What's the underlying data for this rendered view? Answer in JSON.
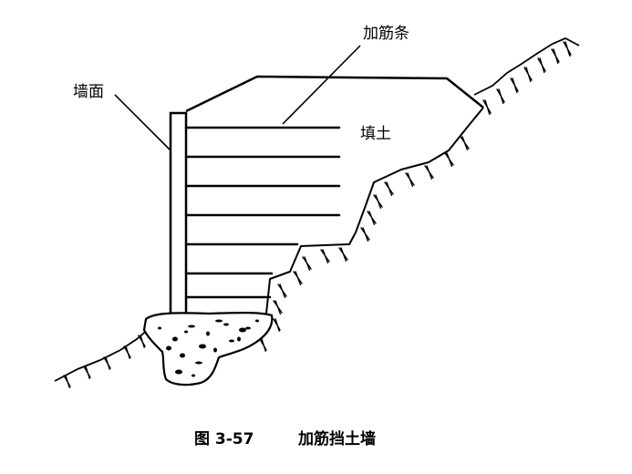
{
  "labels": {
    "reinforcement": "加筋条",
    "wall_face": "墙面",
    "fill": "填土"
  },
  "caption": {
    "number": "图 3-57",
    "title": "加筋挡土墙"
  },
  "colors": {
    "ink": "#000000",
    "background": "#ffffff"
  }
}
